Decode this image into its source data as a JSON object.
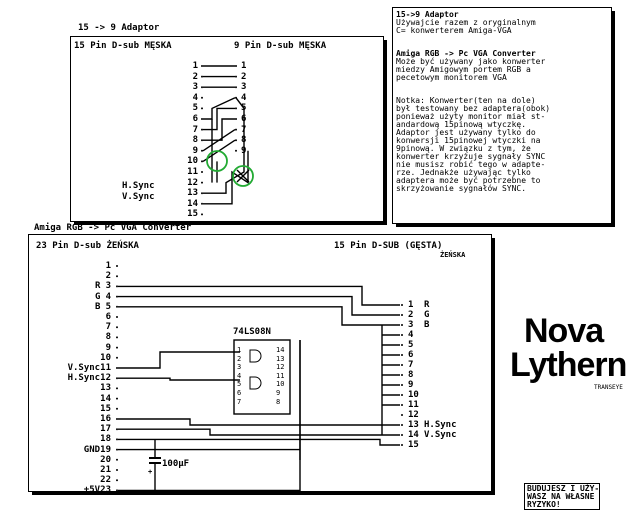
{
  "adaptor": {
    "title": "15 -> 9 Adaptor",
    "left_header": "15 Pin D-sub MĘSKA",
    "right_header": "9 Pin D-sub MĘSKA",
    "left_pins": [
      "1",
      "2",
      "3",
      "4",
      "5",
      "6",
      "7",
      "8",
      "9",
      "10",
      "11",
      "12",
      "13",
      "14",
      "15"
    ],
    "right_pins": [
      "1",
      "2",
      "3",
      "4",
      "5",
      "6",
      "7",
      "8",
      "9"
    ],
    "hsync_label": "H.Sync",
    "vsync_label": "V.Sync"
  },
  "info": {
    "title": "15->9 Adaptor",
    "subtitle_lines": [
      "Używajcie razem z oryginalnym",
      "C= konwerterem Amiga-VGA"
    ],
    "section2_title": "Amiga RGB -> Pc VGA Converter",
    "section2_lines": [
      "Może być używany jako konwerter",
      "miedzy Amigowym portem RGB a",
      "pecetowym monitorem VGA"
    ],
    "notka_lines": [
      "Notka: Konwerter(ten na dole)",
      "był testowany bez adaptera(obok)",
      "ponieważ użyty monitor miał st-",
      "andardową 15pinową wtyczkę.",
      "Adaptor jest używany tylko do",
      "konwersji 15pinowej wtyczki na",
      "9pinową. W związku z tym, że",
      "konwerter krzyżuje sygnały SYNC",
      "nie musisz robić tego w adapte-",
      "rze. Jednakże używając tylko",
      "adaptera może być potrzebne to",
      "skrzyżowanie sygnałów SYNC."
    ]
  },
  "converter": {
    "title": "Amiga RGB -> Pc VGA Converter",
    "left_header": "23 Pin D-sub ŻEŃSKA",
    "right_header": "15 Pin D-SUB (GĘSTA)",
    "right_subheader": "ŻEŃSKA",
    "left_pins": [
      "1",
      "2",
      "3",
      "4",
      "5",
      "6",
      "7",
      "8",
      "9",
      "10",
      "11",
      "12",
      "13",
      "14",
      "15",
      "16",
      "17",
      "18",
      "19",
      "20",
      "21",
      "22",
      "23"
    ],
    "left_labels": {
      "3": "R",
      "4": "G",
      "5": "B",
      "11": "V.Sync",
      "12": "H.Sync",
      "19": "GND",
      "23": "+5V"
    },
    "right_pins": [
      "1",
      "2",
      "3",
      "4",
      "5",
      "6",
      "7",
      "8",
      "9",
      "10",
      "11",
      "12",
      "13",
      "14",
      "15"
    ],
    "right_labels": {
      "1": "R",
      "2": "G",
      "3": "B",
      "13": "H.Sync",
      "14": "V.Sync"
    },
    "chip": "74LS08N",
    "chip_pins_left": [
      "1",
      "2",
      "3",
      "4",
      "5",
      "6",
      "7"
    ],
    "chip_pins_right": [
      "14",
      "13",
      "12",
      "11",
      "10",
      "9",
      "8"
    ],
    "capacitor": "100µF",
    "cap_plus": "+"
  },
  "logo": {
    "line1": "Nova",
    "line2": "Lythern",
    "tag": "TRANSEYE"
  },
  "warning": {
    "lines": [
      "BUDUJESZ I UŻY-",
      "WASZ NA WŁASNE",
      "RYZYKO!"
    ]
  },
  "colors": {
    "circle": "#22aa33",
    "ink": "#000000"
  }
}
